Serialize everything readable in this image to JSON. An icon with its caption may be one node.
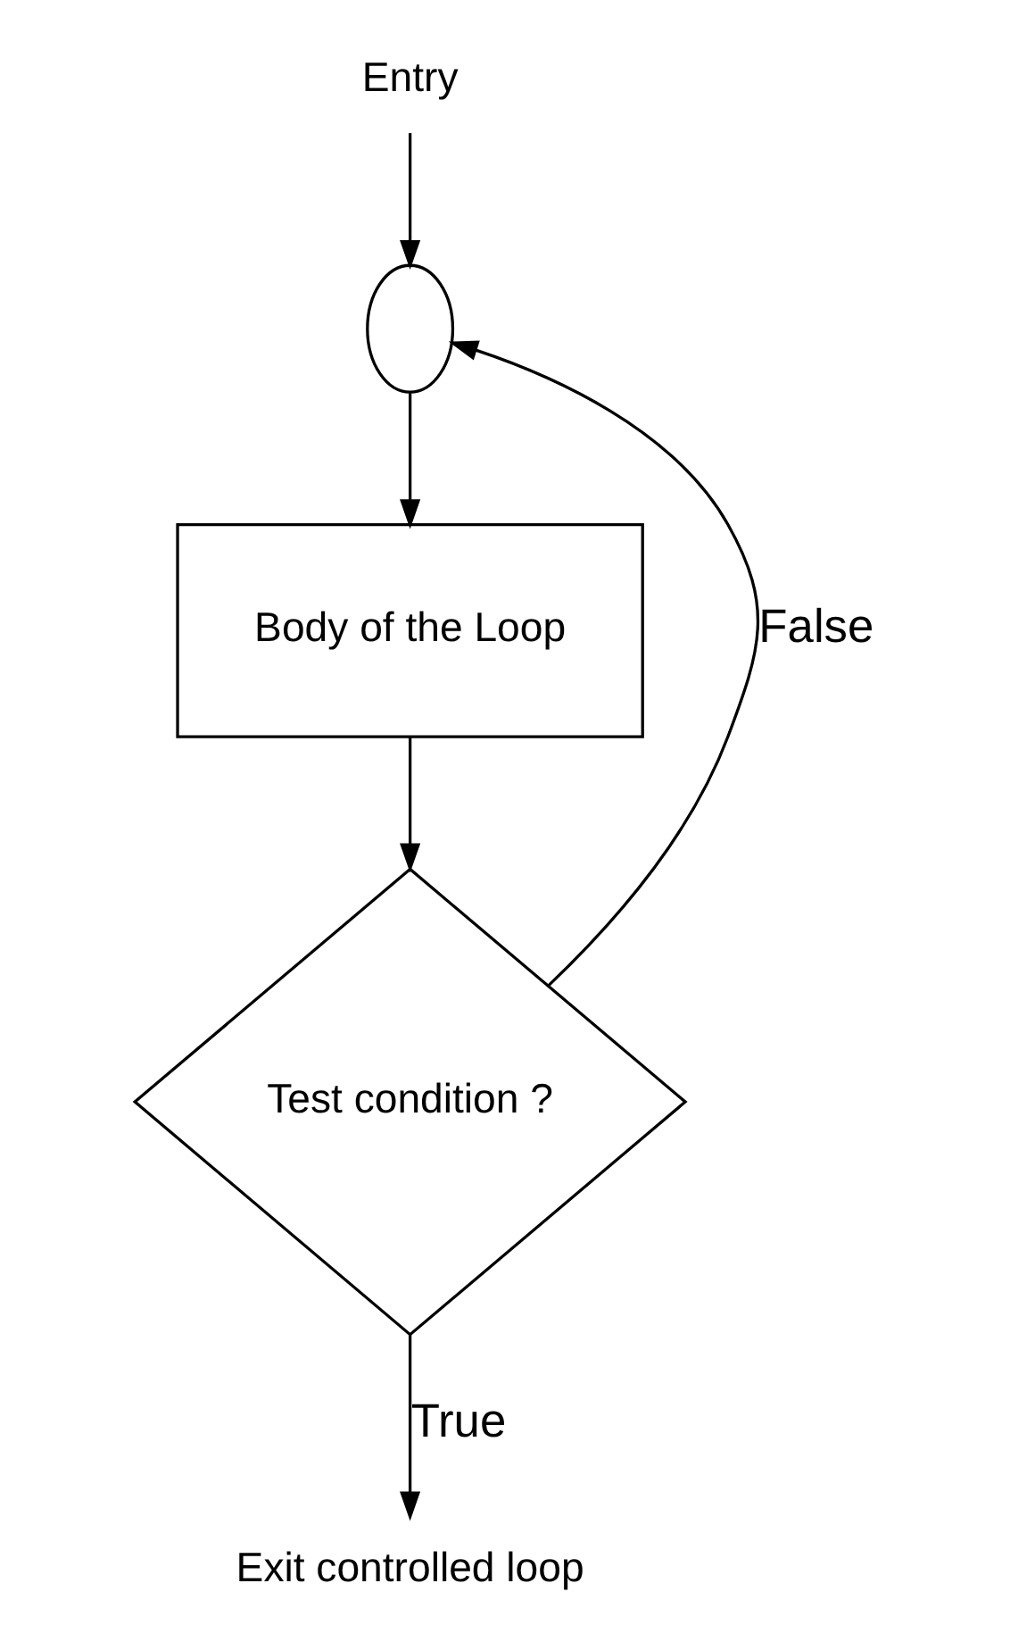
{
  "diagram": {
    "nodes": [
      {
        "text": [
          "Entry"
        ]
      },
      {
        "text": [],
        "shape": "circle"
      },
      {
        "text": [
          "Body of the Loop"
        ]
      },
      {
        "text": [
          "Test condition ?"
        ]
      },
      {
        "text": [
          "Exit controlled loop"
        ]
      }
    ],
    "edges": [
      {
        "from": 0,
        "to": 1,
        "arrow": "to"
      },
      {
        "from": 1,
        "to": 2,
        "arrow": "to"
      },
      {
        "from": 2,
        "to": 3,
        "arrow": "to"
      },
      {
        "from": 3,
        "to": 1,
        "arrow": "to",
        "label": "False"
      },
      {
        "from": 3,
        "to": 4,
        "arrow": "to",
        "label": "True"
      }
    ]
  }
}
